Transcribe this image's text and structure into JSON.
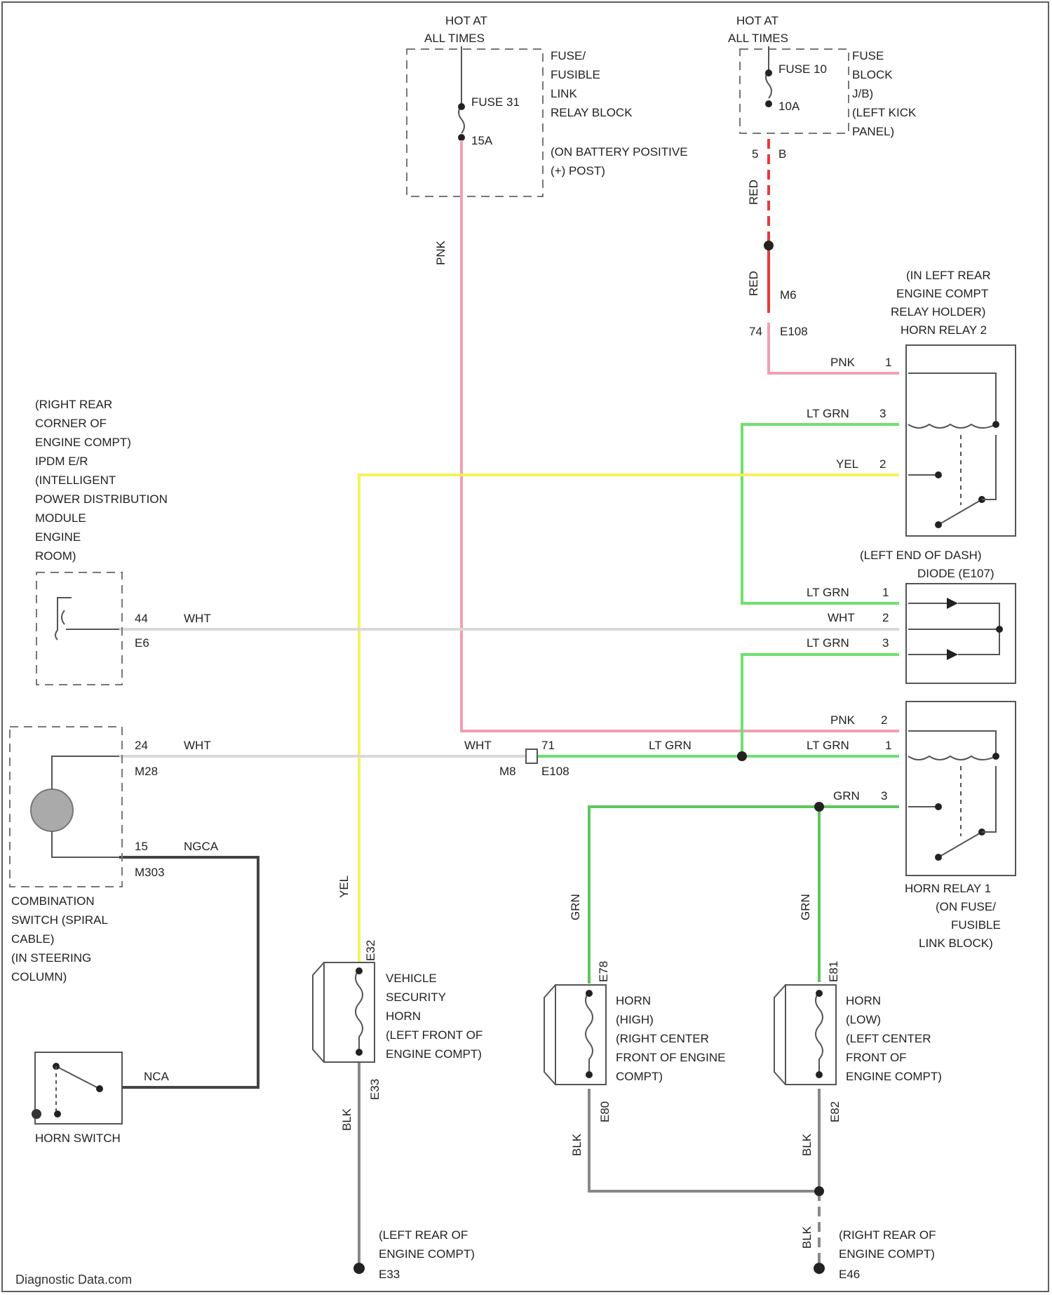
{
  "colors": {
    "pink": "#f0a0b0",
    "green": "#6fe06f",
    "dark_green": "#5cc85c",
    "yellow": "#f5f25a",
    "white_wire": "#d9d9d9",
    "red": "#e53b3b",
    "black_wire": "#444444",
    "gray_wire": "#888888"
  },
  "fuse_block_1": {
    "hot": [
      "HOT AT",
      "ALL TIMES"
    ],
    "fuse_name": "FUSE 31",
    "fuse_rating": "15A",
    "location": [
      "FUSE/",
      "FUSIBLE",
      "LINK",
      "RELAY BLOCK",
      "(ON BATTERY POSITIVE",
      "(+) POST)"
    ]
  },
  "fuse_block_2": {
    "hot": [
      "HOT AT",
      "ALL TIMES"
    ],
    "fuse_name": "FUSE 10",
    "fuse_rating": "10A",
    "location": [
      "FUSE",
      "BLOCK",
      "J/B)",
      "(LEFT KICK",
      "PANEL)"
    ],
    "pin_a": "5",
    "pin_b": "B"
  },
  "wire_labels": {
    "pink_vertical": "PNK",
    "red_upper": "RED",
    "red_lower": "RED",
    "splice_m6": "M6",
    "conn_74": "74",
    "conn_e108": "E108"
  },
  "horn_relay_2": {
    "title": [
      "(IN LEFT REAR",
      "ENGINE COMPT",
      "RELAY HOLDER)",
      "HORN RELAY 2"
    ],
    "pin1": {
      "color": "PNK",
      "num": "1"
    },
    "pin3": {
      "color": "LT GRN",
      "num": "3"
    },
    "pin2": {
      "color": "YEL",
      "num": "2"
    }
  },
  "diode": {
    "title": [
      "(LEFT END OF DASH)",
      "DIODE (E107)"
    ],
    "pin1": {
      "color": "LT GRN",
      "num": "1"
    },
    "pin2": {
      "color": "WHT",
      "num": "2"
    },
    "pin3": {
      "color": "LT GRN",
      "num": "3"
    }
  },
  "horn_relay_1": {
    "pin2": {
      "color": "PNK",
      "num": "2"
    },
    "pin1": {
      "color": "LT GRN",
      "num": "1"
    },
    "pin3": {
      "color": "GRN",
      "num": "3"
    },
    "title": [
      "HORN RELAY 1",
      "(ON FUSE/",
      "FUSIBLE",
      "LINK BLOCK)"
    ]
  },
  "ipdm": {
    "title": [
      "(RIGHT REAR",
      "CORNER OF",
      "ENGINE COMPT)",
      "IPDM E/R",
      "(INTELLIGENT",
      "POWER DISTRIBUTION",
      "MODULE",
      "ENGINE",
      "ROOM)"
    ],
    "pin": "44",
    "conn": "E6",
    "wire": "WHT"
  },
  "combination_switch": {
    "title": [
      "COMBINATION",
      "SWITCH (SPIRAL",
      "CABLE)",
      "(IN STEERING",
      "COLUMN)"
    ],
    "pin24": "24",
    "conn_m28": "M28",
    "wire_wht": "WHT",
    "pin15": "15",
    "conn_m303": "M303",
    "wire_ngca": "NGCA"
  },
  "mid_connector": {
    "wire_wht": "WHT",
    "pin_71": "71",
    "wire_ltgrn": "LT GRN",
    "conn_m8": "M8",
    "conn_e108": "E108"
  },
  "horn_switch": {
    "label": "HORN SWITCH",
    "wire": "NCA"
  },
  "security_horn": {
    "wire_top": "YEL",
    "conn_top": "E32",
    "title": [
      "VEHICLE",
      "SECURITY",
      "HORN",
      "(LEFT FRONT OF",
      "ENGINE COMPT)"
    ],
    "conn_bottom": "E33",
    "wire_bottom": "BLK"
  },
  "horn_high": {
    "wire_top": "GRN",
    "conn_top": "E78",
    "title": [
      "HORN",
      "(HIGH)",
      "(RIGHT CENTER",
      "FRONT OF ENGINE",
      "COMPT)"
    ],
    "conn_bottom": "E80",
    "wire_bottom": "BLK"
  },
  "horn_low": {
    "wire_top": "GRN",
    "conn_top": "E81",
    "title": [
      "HORN",
      "(LOW)",
      "(LEFT CENTER",
      "FRONT OF",
      "ENGINE COMPT)"
    ],
    "conn_bottom": "E82",
    "wire_bottom": "BLK"
  },
  "ground_left": {
    "title": [
      "(LEFT REAR OF",
      "ENGINE COMPT)"
    ],
    "id": "E33"
  },
  "ground_right": {
    "title": [
      "(RIGHT REAR OF",
      "ENGINE COMPT)"
    ],
    "id": "E46",
    "wire": "BLK"
  },
  "watermark": "Diagnostic Data.com"
}
